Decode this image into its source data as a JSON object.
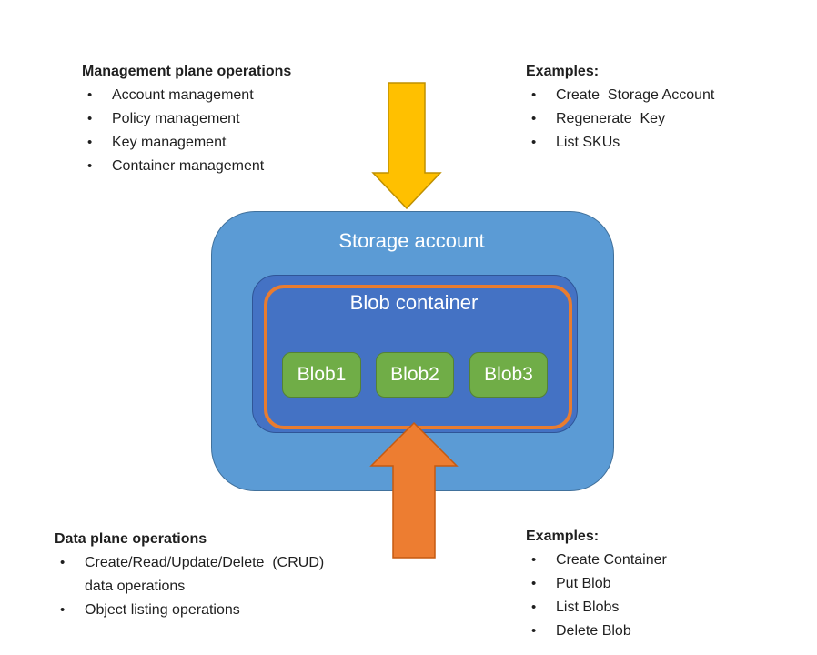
{
  "management_plane": {
    "title": "Management plane operations",
    "items": [
      "Account management",
      "Policy management",
      "Key management",
      "Container management"
    ]
  },
  "management_examples": {
    "title": "Examples:",
    "items": [
      "Create  Storage Account",
      "Regenerate  Key",
      "List SKUs"
    ]
  },
  "data_plane": {
    "title": "Data plane operations",
    "items": [
      "Create/Read/Update/Delete  (CRUD)\ndata operations",
      "Object listing operations"
    ]
  },
  "data_examples": {
    "title": "Examples:",
    "items": [
      "Create Container",
      "Put Blob",
      "List Blobs",
      "Delete Blob"
    ]
  },
  "diagram": {
    "storage_account_label": "Storage account",
    "blob_container_label": "Blob container",
    "blobs": [
      "Blob1",
      "Blob2",
      "Blob3"
    ]
  },
  "colors": {
    "storage_account_fill": "#5B9BD5",
    "blob_container_fill": "#4472C4",
    "container_outline": "#E97C30",
    "blob_fill": "#70AD47",
    "arrow_down_fill": "#FFC000",
    "arrow_down_stroke": "#BF9000",
    "arrow_up_fill": "#ED7D31",
    "arrow_up_stroke": "#C55A11"
  }
}
